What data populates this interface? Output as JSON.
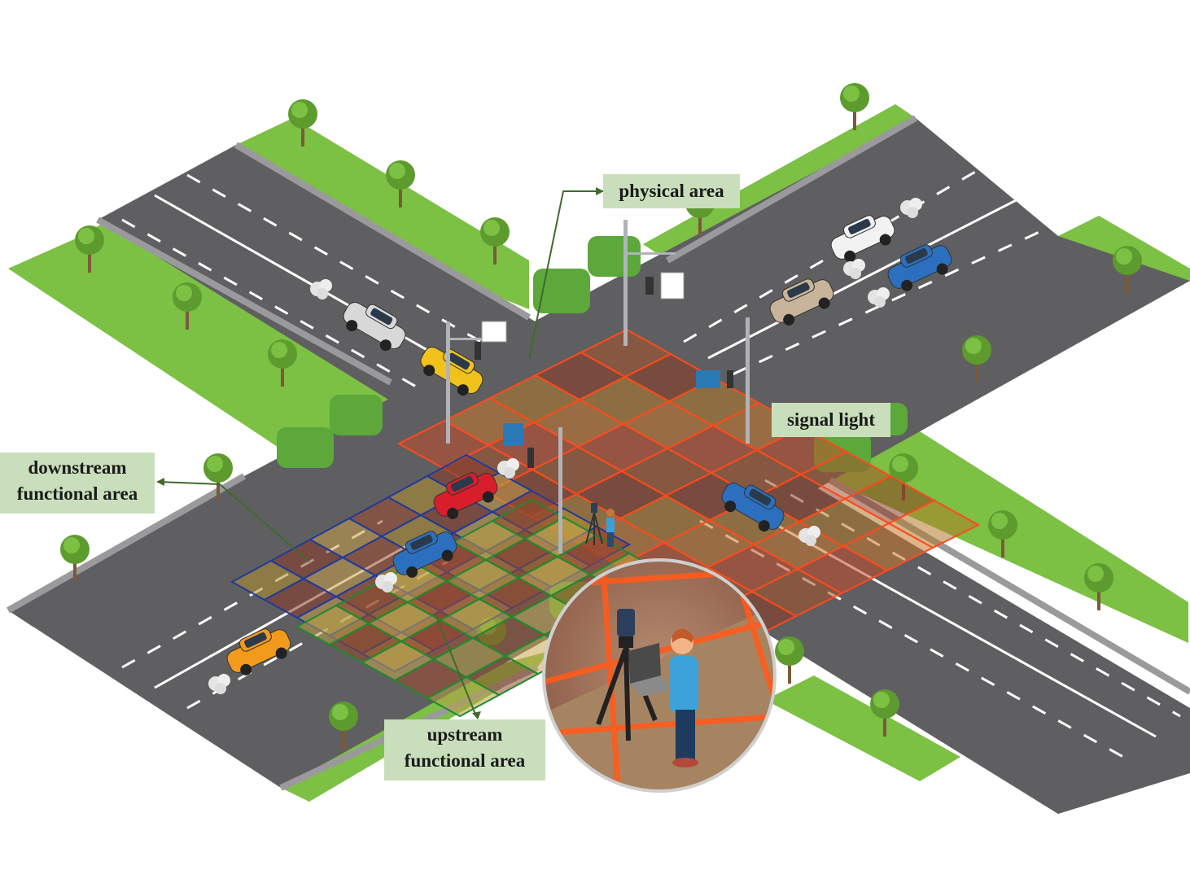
{
  "labels": {
    "physical_area": "physical area",
    "signal_light": "signal light",
    "downstream_line1": "downstream",
    "downstream_line2": "functional area",
    "upstream_line1": "upstream",
    "upstream_line2": "functional area"
  },
  "colors": {
    "road": "#5f5f61",
    "road_edge": "#8a8a8c",
    "grass": "#7cc044",
    "grass_dark": "#5e9b2e",
    "physical_grid": "#ff4a1c",
    "downstream_grid": "#1f3b9b",
    "upstream_grid": "#1e8a2e",
    "label_bg": "#c9dfbb",
    "leader_line": "#3f6a2c"
  },
  "icons": [
    "tree-icon",
    "car-icon",
    "traffic-light-icon",
    "lane-sign-icon",
    "lidar-tripod-icon",
    "person-icon",
    "laptop-icon",
    "exhaust-cloud-icon"
  ]
}
